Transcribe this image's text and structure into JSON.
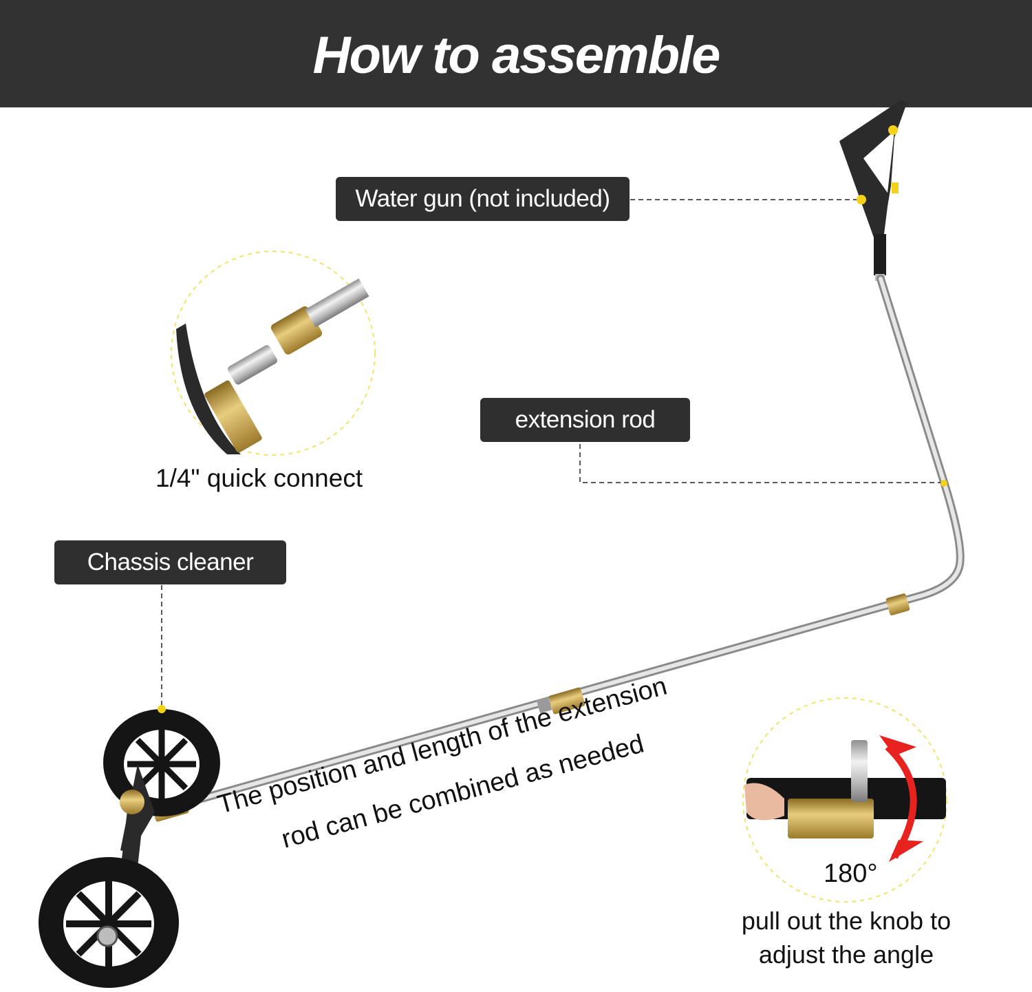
{
  "header": {
    "title": "How to assemble",
    "background": "#323232"
  },
  "callouts": {
    "water_gun": {
      "label": "Water gun (not included)"
    },
    "extension_rod": {
      "label": "extension rod"
    },
    "chassis_cleaner": {
      "label": "Chassis cleaner"
    }
  },
  "details": {
    "quick_connect": {
      "caption": "1/4\" quick connect"
    },
    "angle_adjust": {
      "angle": "180°",
      "caption_line1": "pull out the knob to",
      "caption_line2": "adjust the angle"
    }
  },
  "note": {
    "line1": "The position and length of the extension",
    "line2": "rod can be combined as needed"
  },
  "colors": {
    "label_bg": "#2f2f2f",
    "accent_yellow": "#f5d21a",
    "brass": "#c9a24a",
    "steel": "#c9c9c9",
    "arrow_red": "#e8231f"
  }
}
